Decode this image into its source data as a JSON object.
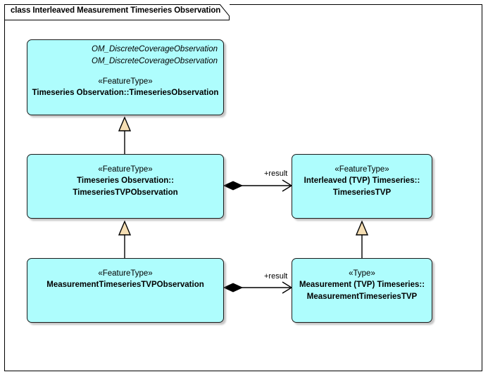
{
  "frame": {
    "title": "class Interleaved Measurement Timeseries Observation"
  },
  "classes": [
    {
      "id": "timeseries-observation",
      "attributes": [
        "OM_DiscreteCoverageObservation",
        "OM_DiscreteCoverageObservation"
      ],
      "stereotype": "«FeatureType»",
      "name_lines": [
        "Timeseries Observation::TimeseriesObservation"
      ]
    },
    {
      "id": "timeseries-tvp-observation",
      "attributes": [],
      "stereotype": "«FeatureType»",
      "name_lines": [
        "Timeseries Observation::",
        "TimeseriesTVPObservation"
      ]
    },
    {
      "id": "timeseries-tvp",
      "attributes": [],
      "stereotype": "«FeatureType»",
      "name_lines": [
        "Interleaved (TVP) Timeseries::",
        "TimeseriesTVP"
      ]
    },
    {
      "id": "measurement-timeseries-tvp-observation",
      "attributes": [],
      "stereotype": "«FeatureType»",
      "name_lines": [
        "MeasurementTimeseriesTVPObservation"
      ]
    },
    {
      "id": "measurement-timeseries-tvp",
      "attributes": [],
      "stereotype": "«Type»",
      "name_lines": [
        "Measurement (TVP) Timeseries::",
        "MeasurementTimeseriesTVP"
      ]
    }
  ],
  "associations": [
    {
      "id": "result-upper",
      "label": "+result"
    },
    {
      "id": "result-lower",
      "label": "+result"
    }
  ],
  "colors": {
    "class_fill": "#AEFDFD",
    "class_border": "#1a1a1a",
    "generalization_fill": "#F5DEB3",
    "line": "#000000",
    "page_background": "#ffffff"
  }
}
